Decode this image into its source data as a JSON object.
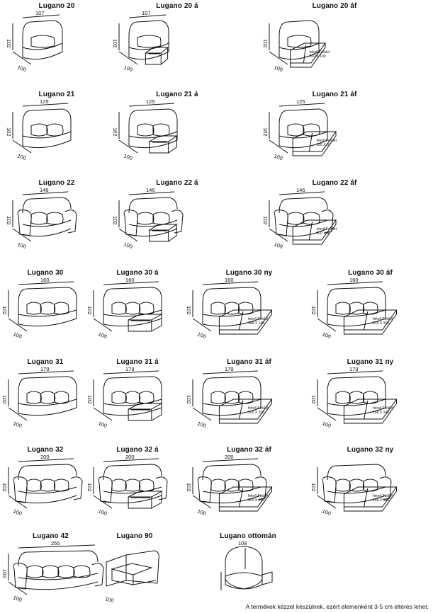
{
  "catalog": {
    "items": [
      {
        "name": "Lugano 20",
        "width": "107",
        "height": "102",
        "depth": "100",
        "type": "seat1"
      },
      {
        "name": "Lugano 20 á",
        "width": "107",
        "height": "102",
        "depth": "100",
        "type": "seat1-box"
      },
      {
        "name": "Lugano 20 áf",
        "width": "",
        "height": "102",
        "depth": "100",
        "type": "seat1-bed",
        "bed_label": "fekvő Felület",
        "bed_size": "200 X 100"
      },
      {
        "name": "Lugano 21",
        "width": "125",
        "height": "102",
        "depth": "100",
        "type": "seat2"
      },
      {
        "name": "Lugano 21 á",
        "width": "125",
        "height": "102",
        "depth": "100",
        "type": "seat2-box"
      },
      {
        "name": "Lugano 21 áf",
        "width": "125",
        "height": "102",
        "depth": "100",
        "type": "seat2-bed",
        "bed_label": "fekvő Felület",
        "bed_size": "200 X 97"
      },
      {
        "name": "Lugano 22",
        "width": "146",
        "height": "102",
        "depth": "100",
        "type": "arm2"
      },
      {
        "name": "Lugano 22 á",
        "width": "146",
        "height": "102",
        "depth": "100",
        "type": "arm2-box"
      },
      {
        "name": "Lugano 22 áf",
        "width": "146",
        "height": "102",
        "depth": "100",
        "type": "arm2-bed",
        "bed_label": "fekvő Felület",
        "bed_size": "200 X 97"
      },
      {
        "name": "Lugano 30",
        "width": "160",
        "height": "102",
        "depth": "100",
        "type": "seat3"
      },
      {
        "name": "Lugano 30 á",
        "width": "160",
        "height": "102",
        "depth": "100",
        "type": "seat3-box"
      },
      {
        "name": "Lugano 30 ny",
        "width": "160",
        "height": "102",
        "depth": "100",
        "type": "seat3-ny",
        "bed_label": "fekvő Felület",
        "bed_size": "188 X 140"
      },
      {
        "name": "Lugano 30 áf",
        "width": "160",
        "height": "102",
        "depth": "100",
        "type": "seat3-bed",
        "bed_label": "fekvő Felület",
        "bed_size": "200 X 153"
      },
      {
        "name": "Lugano 31",
        "width": "179",
        "height": "102",
        "depth": "100",
        "type": "seat3"
      },
      {
        "name": "Lugano 31 á",
        "width": "179",
        "height": "102",
        "depth": "100",
        "type": "seat3-box"
      },
      {
        "name": "Lugano 31 áf",
        "width": "179",
        "height": "102",
        "depth": "100",
        "type": "seat3-bed",
        "bed_label": "fekvő Felület",
        "bed_size": "200 X 150"
      },
      {
        "name": "Lugano 31 ny",
        "width": "179",
        "height": "102",
        "depth": "100",
        "type": "seat3-ny",
        "bed_label": "fekvő Felület",
        "bed_size": "188 X 140"
      },
      {
        "name": "Lugano 32",
        "width": "200",
        "height": "102",
        "depth": "100",
        "type": "arm3"
      },
      {
        "name": "Lugano 32 á",
        "width": "200",
        "height": "102",
        "depth": "100",
        "type": "arm3-box"
      },
      {
        "name": "Lugano 32 áf",
        "width": "200",
        "height": "102",
        "depth": "100",
        "type": "arm3-bed",
        "bed_label": "fekvő Felület",
        "bed_size": "200 X 150"
      },
      {
        "name": "Lugano 32 ny",
        "width": "",
        "height": "102",
        "depth": "100",
        "type": "arm3-ny",
        "bed_label": "fekvő Felület",
        "bed_size": "188 X 140"
      },
      {
        "name": "Lugano 42",
        "width": "255",
        "height": "102",
        "depth": "100",
        "type": "arm4"
      },
      {
        "name": "Lugano 90",
        "width": "",
        "height": "",
        "depth": "100",
        "type": "corner"
      },
      {
        "name": "Lugano ottomán",
        "width": "",
        "height": "",
        "depth": "",
        "type": "ottoman",
        "extra_label": "108"
      }
    ]
  },
  "footnote": "A termékek kézzel készülnek, ezért elemenként 3-5 cm eltérés lehet."
}
